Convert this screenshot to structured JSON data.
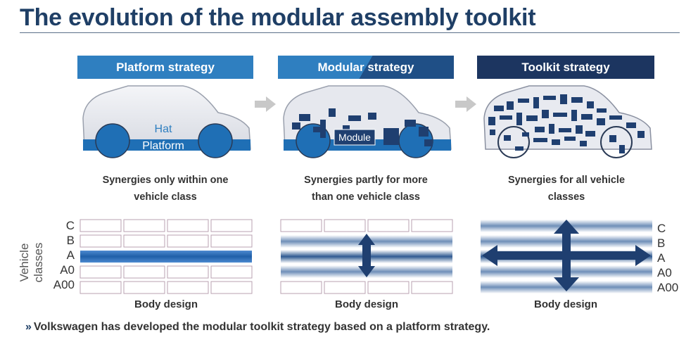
{
  "title": "The evolution of the modular assembly toolkit",
  "strategies": [
    {
      "heading": "Platform strategy",
      "caption_line1": "Synergies only within one",
      "caption_line2": "vehicle class",
      "x_axis_label": "Body design",
      "car_labels": [
        "Hat",
        "Platform"
      ]
    },
    {
      "heading": "Modular strategy",
      "caption_line1": "Synergies partly for more",
      "caption_line2": "than one vehicle class",
      "x_axis_label": "Body design",
      "car_labels": [
        "Module"
      ]
    },
    {
      "heading": "Toolkit strategy",
      "caption_line1": "Synergies for all vehicle",
      "caption_line2": "classes",
      "x_axis_label": "Body design",
      "car_labels": []
    }
  ],
  "y_axis_label": "Vehicle classes",
  "vehicle_classes": [
    "C",
    "B",
    "A",
    "A0",
    "A00"
  ],
  "footer_marker": "»",
  "footer": "Volkswagen has developed the modular toolkit strategy based on a platform strategy.",
  "colors": {
    "title": "#1f3f66",
    "platform_head": "#2f7fc0",
    "modular_head": "#1f4f86",
    "toolkit_head": "#1c3560",
    "car_blue": "#1f6fb5",
    "module_dark": "#1f3f70",
    "arrow_gray": "#c8c8c8"
  }
}
